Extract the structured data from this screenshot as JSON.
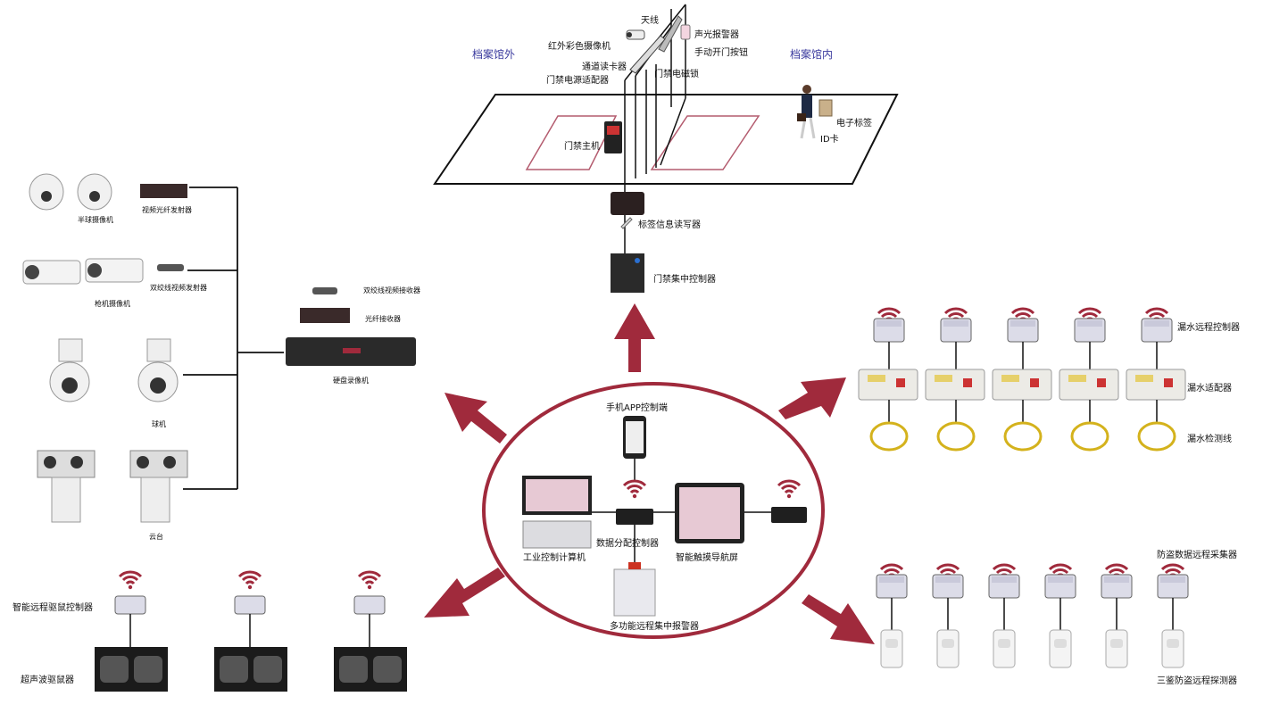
{
  "colors": {
    "accent": "#a02a3c",
    "line": "#111111",
    "blue_text": "#3b3b9e",
    "device_dark": "#2c2c2c",
    "device_light": "#e9e9ee"
  },
  "door_area": {
    "outside_label": "档案馆外",
    "inside_label": "档案馆内",
    "antenna": "天线",
    "ir_camera": "红外彩色摄像机",
    "channel_reader": "通道读卡器",
    "power_adapter": "门禁电源适配器",
    "electromagnetic_lock": "门禁电磁锁",
    "sound_light_alarm": "声光报警器",
    "manual_button": "手动开门按钮",
    "door_host": "门禁主机",
    "e_tag": "电子标签",
    "id_card": "ID卡",
    "tag_rw": "标签信息读写器",
    "central_controller": "门禁集中控制器"
  },
  "cctv": {
    "dome_camera": "半球摄像机",
    "video_fiber_tx": "视频光纤发射器",
    "bullet_camera": "枪机摄像机",
    "twisted_pair_tx": "双绞线视频发射器",
    "ptz_camera": "球机",
    "pan_tilt": "云台",
    "twisted_pair_rx": "双绞线视频接收器",
    "fiber_rx": "光纤接收器",
    "nvr": "硬盘录像机"
  },
  "center": {
    "app_control": "手机APP控制端",
    "industrial_pc": "工业控制计算机",
    "data_controller": "数据分配控制器",
    "touch_screen": "智能触摸导航屏",
    "alarm_center": "多功能远程集中报警器"
  },
  "water": {
    "remote_controller": "漏水远程控制器",
    "adapter": "漏水适配器",
    "detection_line": "漏水检测线",
    "unit_count": 5
  },
  "anti_theft": {
    "collector": "防盗数据远程采集器",
    "detector": "三鉴防盗远程探测器",
    "unit_count": 6
  },
  "rodent": {
    "controller": "智能远程驱鼠控制器",
    "repeller": "超声波驱鼠器",
    "unit_count": 3
  }
}
